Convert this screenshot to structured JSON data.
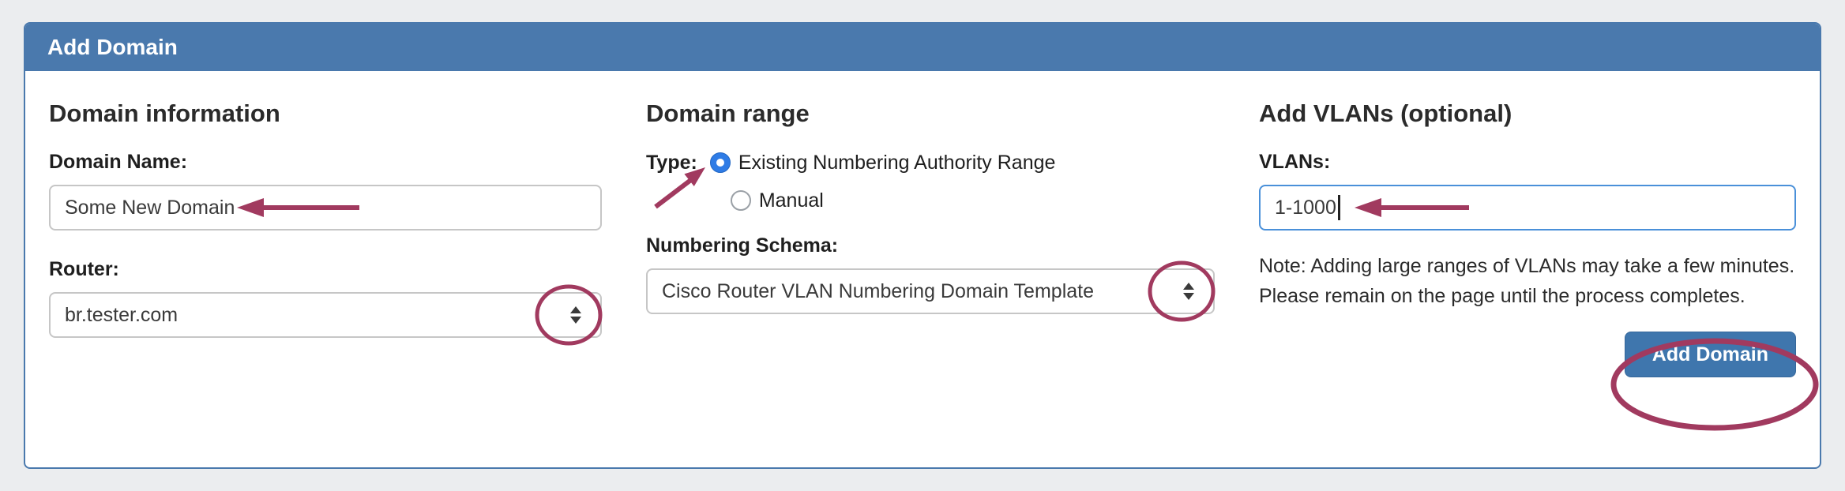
{
  "colors": {
    "header_bg": "#4a79ad",
    "button_bg": "#3f76ad",
    "focus_border": "#4a90d9",
    "annotation": "#a13a5f",
    "radio_selected": "#2f7ce6"
  },
  "panel": {
    "title": "Add Domain"
  },
  "domain_information": {
    "heading": "Domain information",
    "domain_name_label": "Domain Name:",
    "domain_name_value": "Some New Domain",
    "router_label": "Router:",
    "router_value": "br.tester.com"
  },
  "domain_range": {
    "heading": "Domain range",
    "type_label": "Type:",
    "options": [
      {
        "label": "Existing Numbering Authority Range",
        "selected": true
      },
      {
        "label": "Manual",
        "selected": false
      }
    ],
    "numbering_schema_label": "Numbering Schema:",
    "numbering_schema_value": "Cisco Router VLAN Numbering Domain Template"
  },
  "add_vlans": {
    "heading": "Add VLANs (optional)",
    "vlans_label": "VLANs:",
    "vlans_value": "1-1000",
    "note": "Note: Adding large ranges of VLANs may take a few minutes. Please remain on the page until the process completes.",
    "submit_label": "Add Domain"
  },
  "icons": {
    "select_stepper": "up-down-arrows"
  }
}
